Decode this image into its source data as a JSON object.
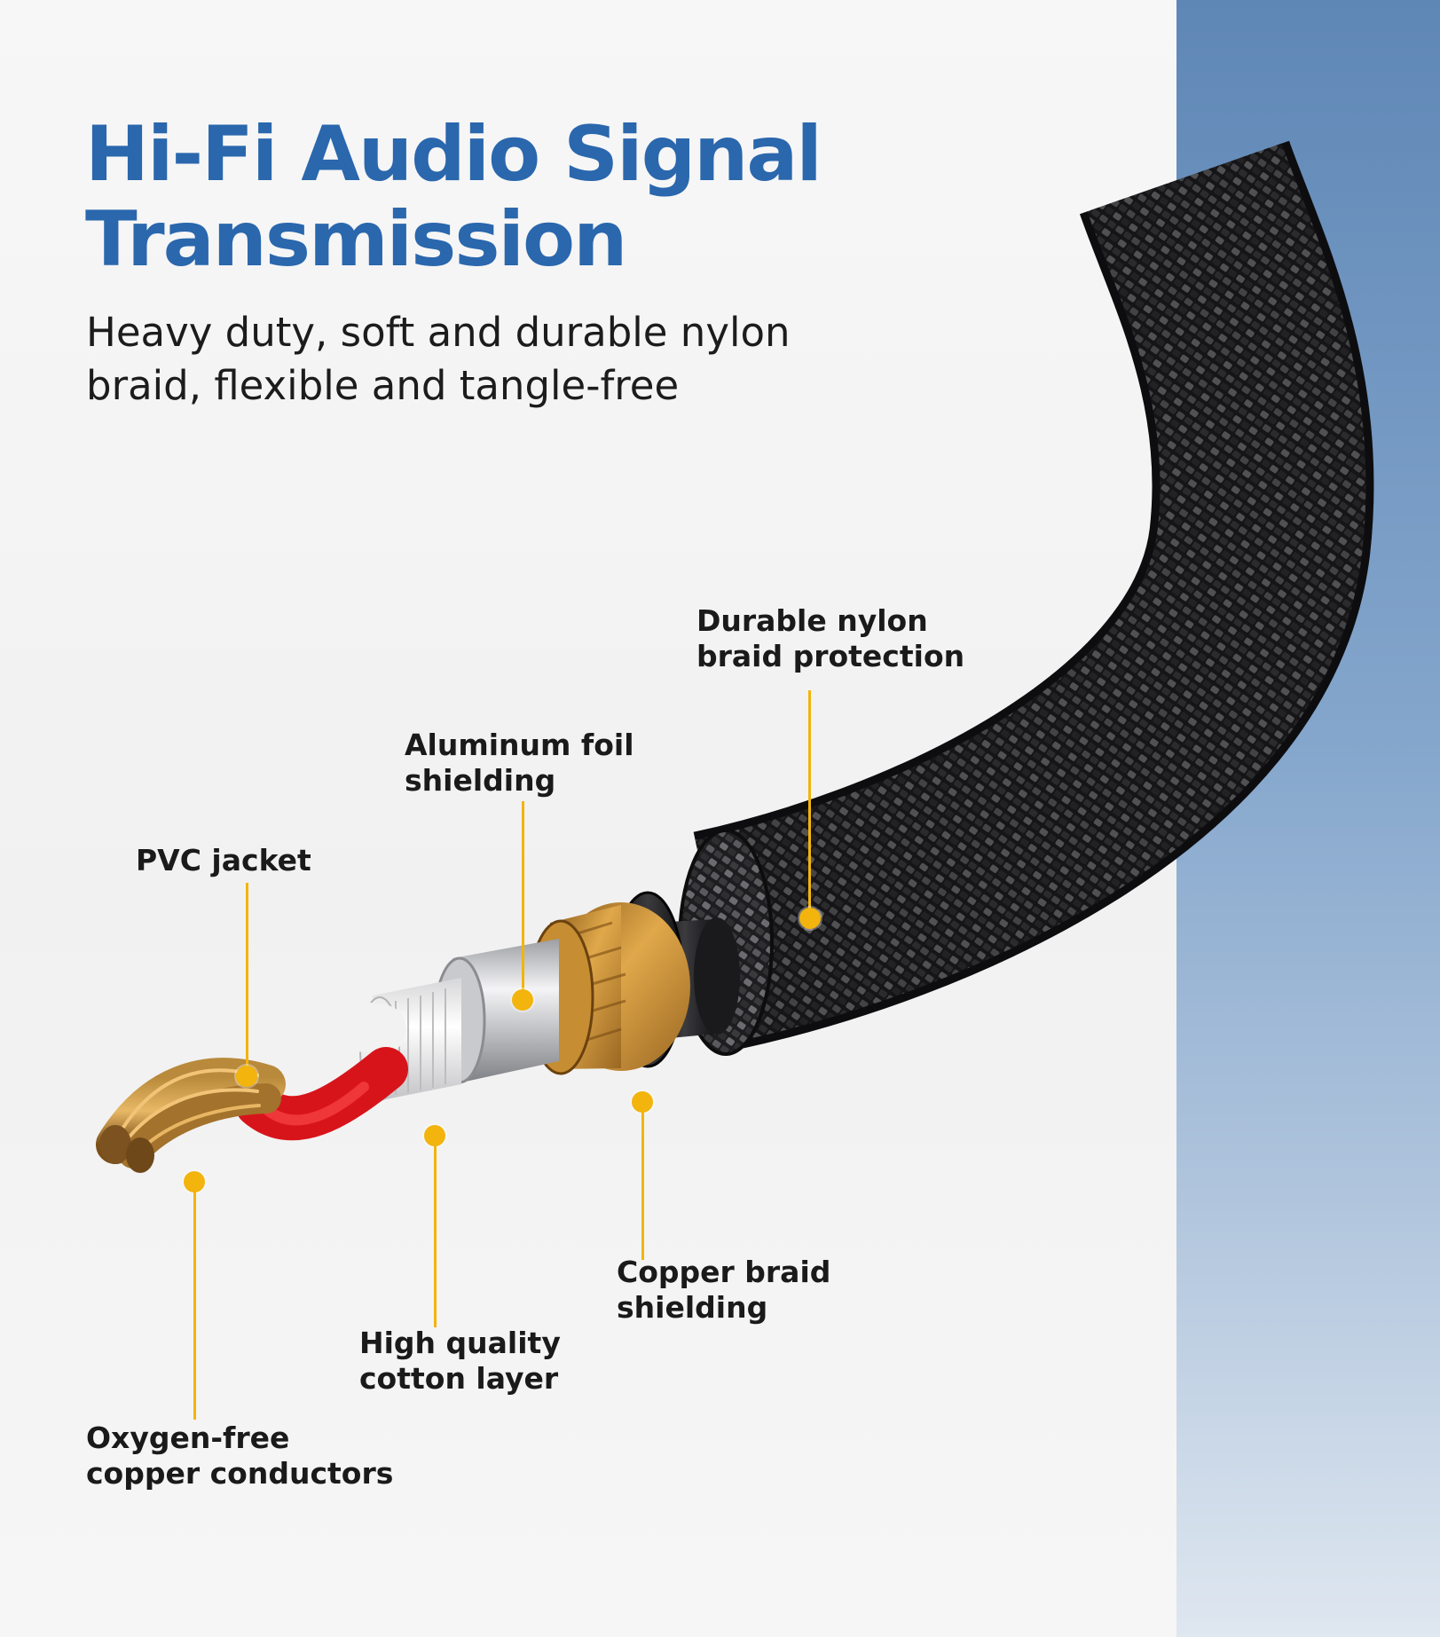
{
  "header": {
    "title_line1": "Hi-Fi Audio Signal",
    "title_line2": "Transmission",
    "subtitle_line1": "Heavy duty, soft and durable nylon",
    "subtitle_line2": "braid, flexible and tangle-free"
  },
  "callouts": {
    "nylon_braid": {
      "line1": "Durable nylon",
      "line2": "braid protection"
    },
    "aluminum_foil": {
      "line1": "Aluminum foil",
      "line2": "shielding"
    },
    "pvc_jacket": {
      "line1": "PVC jacket"
    },
    "copper_braid": {
      "line1": "Copper braid",
      "line2": "shielding"
    },
    "cotton_layer": {
      "line1": "High quality",
      "line2": "cotton layer"
    },
    "copper_conductors": {
      "line1": "Oxygen-free",
      "line2": "copper conductors"
    }
  },
  "colors": {
    "title": "#2a67ad",
    "callout": "#f2b40d",
    "side_panel_top": "#5f87b6",
    "side_panel_bottom": "#dfe7f0"
  }
}
